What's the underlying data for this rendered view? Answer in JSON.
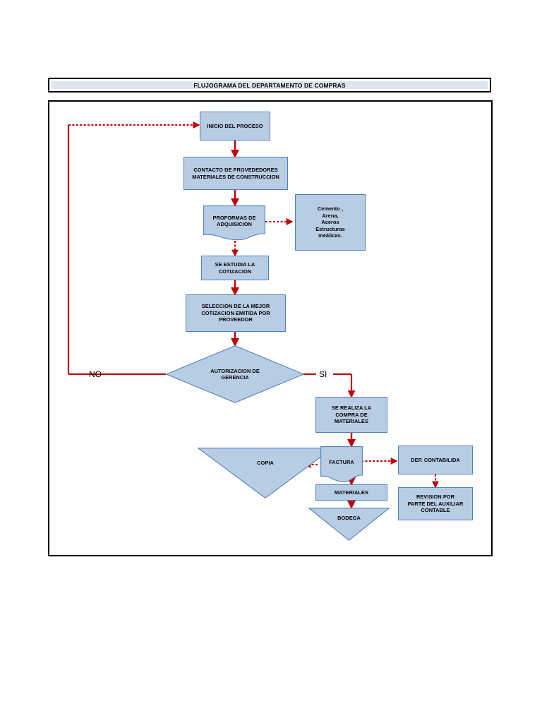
{
  "document": {
    "title": "FLUJOGRAMA DEL DEPARTAMENTO DE COMPRAS"
  },
  "theme": {
    "shape_fill": "#b8cce4",
    "shape_stroke": "#4f81bd",
    "connector_color": "#c00000",
    "title_fill": "#dce6f1",
    "frame_stroke": "#000000",
    "page_background": "#ffffff"
  },
  "flowchart": {
    "nodes": [
      {
        "id": "inicio",
        "shape": "process",
        "label": "INICIO DEL PROCESO"
      },
      {
        "id": "contacto",
        "shape": "process",
        "label": "CONTACTO DE PROVEDEDORES\nMATERIALES DE CONSTRUCCION"
      },
      {
        "id": "proformas",
        "shape": "document",
        "label": "PROFORMAS DE\nADQUISICION"
      },
      {
        "id": "materiales_lista",
        "shape": "process",
        "label": "Cemento ,\nArena,\nAceros\nEstructuras\nmeálicas."
      },
      {
        "id": "estudia",
        "shape": "process",
        "label": "SE ESTUDIA LA\nCOTIZACION"
      },
      {
        "id": "seleccion",
        "shape": "process",
        "label": "SELECCION DE LA MEJOR\nCOTIZACION EMITIDA POR\nPROVEEDOR"
      },
      {
        "id": "autorizacion",
        "shape": "decision",
        "label": "AUTORIZACION DE\nGERENCIA"
      },
      {
        "id": "compra",
        "shape": "process",
        "label": "SE REALIZA LA\nCOMPRA DE\nMATERIALES"
      },
      {
        "id": "copia",
        "shape": "triangle",
        "label": "COPIA"
      },
      {
        "id": "factura",
        "shape": "document",
        "label": "FACTURA"
      },
      {
        "id": "contabilidad",
        "shape": "process",
        "label": "DEP. CONTABILIDA"
      },
      {
        "id": "materiales",
        "shape": "process",
        "label": "MATERIALES"
      },
      {
        "id": "bodega",
        "shape": "triangle",
        "label": "BODEGA"
      },
      {
        "id": "revision",
        "shape": "process",
        "label": "REVISION POR\nPARTE DEL AUXILIAR\nCONTABLE"
      }
    ],
    "branch_labels": {
      "no": "NO",
      "si": "SI"
    }
  }
}
